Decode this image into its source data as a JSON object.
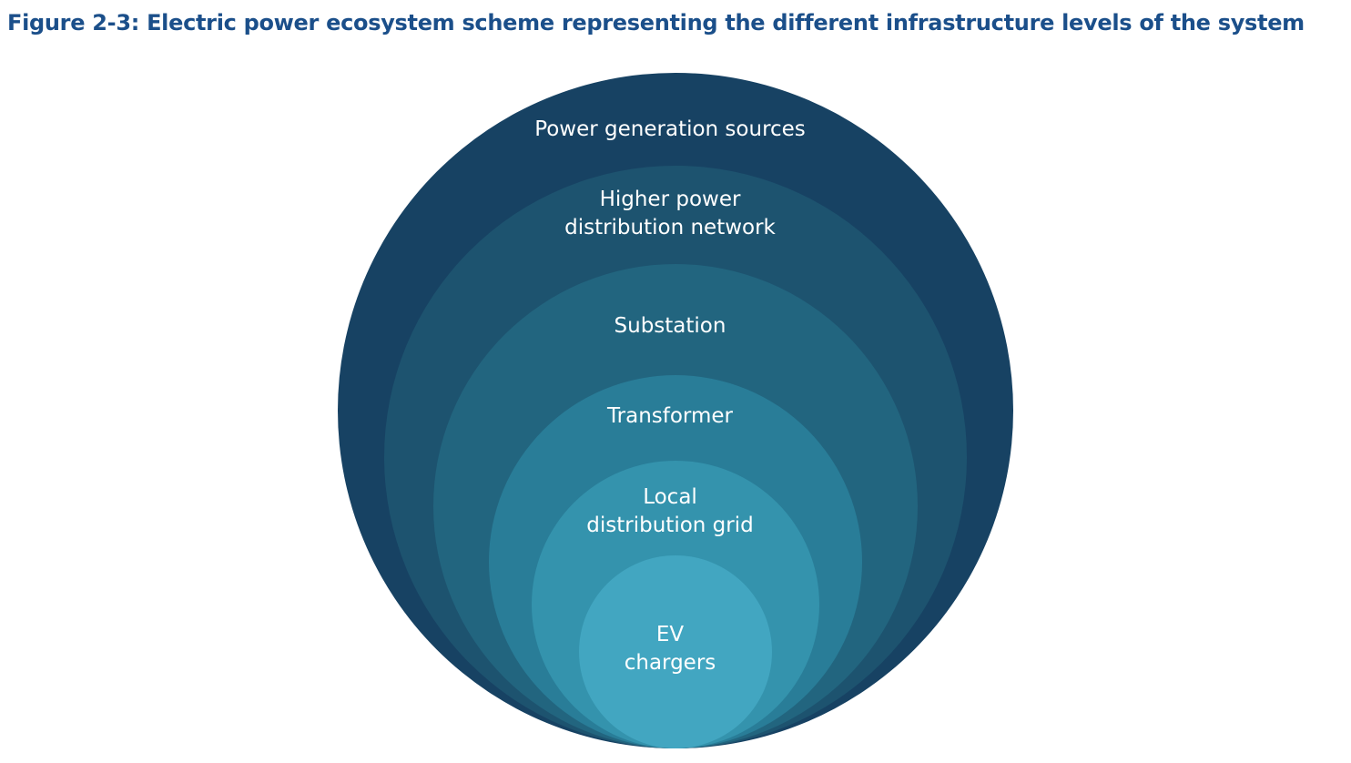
{
  "figure": {
    "title": "Figure 2-3: Electric power ecosystem scheme representing the different infrastructure levels of the system"
  },
  "levels": [
    {
      "lines": [
        "Power generation sources"
      ],
      "color": "#174263"
    },
    {
      "lines": [
        "Higher power",
        "distribution network"
      ],
      "color": "#1d536f"
    },
    {
      "lines": [
        "Substation"
      ],
      "color": "#22657f"
    },
    {
      "lines": [
        "Transformer"
      ],
      "color": "#297d98"
    },
    {
      "lines": [
        "Local",
        "distribution grid"
      ],
      "color": "#3493ad"
    },
    {
      "lines": [
        "EV",
        "chargers"
      ],
      "color": "#42a6c1"
    }
  ]
}
